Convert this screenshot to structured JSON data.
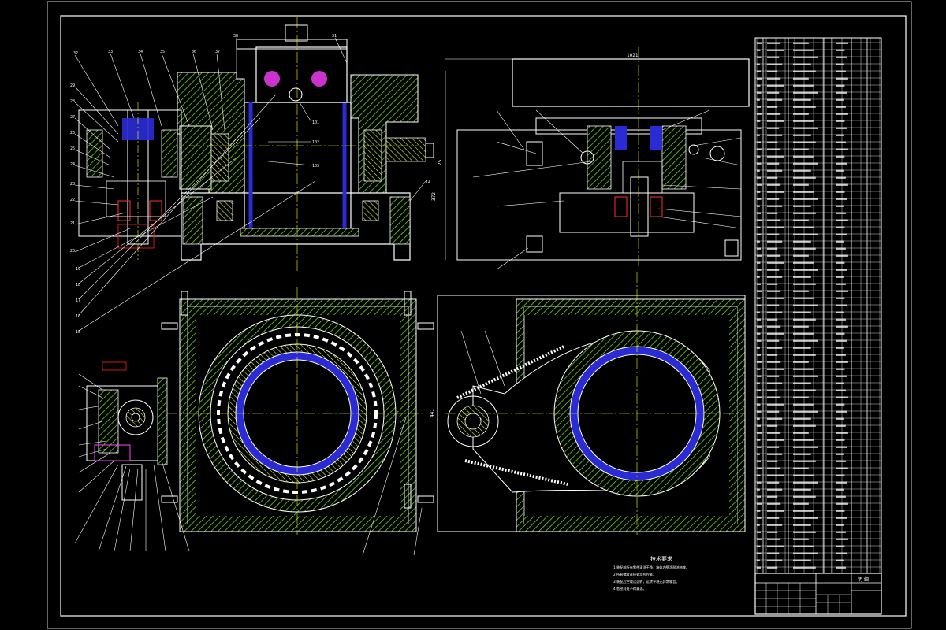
{
  "drawing": {
    "background": "#000000",
    "frame_color": "#ffffff",
    "outline_color": "#ffffff",
    "hatch_color": "#6ad21e",
    "hatch_bright": "#d6ff3a",
    "center_line_color": "#ffff00",
    "dim_color": "#ff2020",
    "leader_color": "#ffffff",
    "bearing_color": "#2b2bd6",
    "spring_color": "#ff3030",
    "magenta": "#ff40ff"
  },
  "dimensions": {
    "top_right_width": "1021",
    "top_right_height": "372",
    "top_right_side": "25",
    "mid_right_height": "441"
  },
  "tech_requirements": {
    "title": "技术要求",
    "lines": [
      "1.装配前所有零件清洗干净，箱体内壁涂耐油油漆。",
      "2.所有螺纹连接处均应拧紧。",
      "3.装配后空载试运转，运转平稳无异常噪音。",
      "4.各密封处不得漏油。"
    ]
  },
  "title_block": {
    "header": "明 细"
  }
}
